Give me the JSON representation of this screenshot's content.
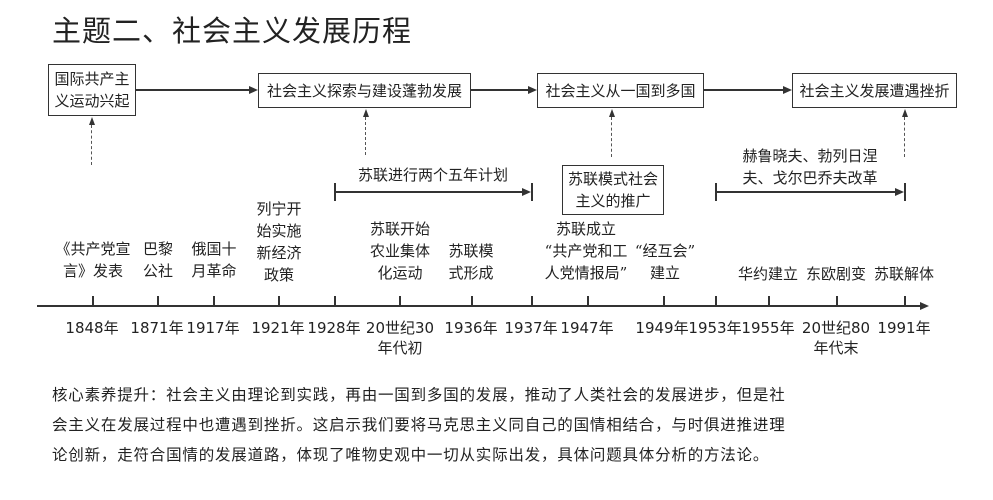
{
  "title": "主题二、社会主义发展历程",
  "stages": [
    {
      "label_lines": [
        "国际共产主",
        "义运动兴起"
      ]
    },
    {
      "label_lines": [
        "社会主义探索与建设蓬勃发展"
      ]
    },
    {
      "label_lines": [
        "社会主义从一国到多国"
      ]
    },
    {
      "label_lines": [
        "社会主义发展遭遇挫折"
      ]
    }
  ],
  "periods": [
    {
      "label": "苏联进行两个五年计划",
      "from": "1928年",
      "to": "1937年"
    },
    {
      "label_lines": [
        "赫鲁晓夫、勃列日涅",
        "夫、戈尔巴乔夫改革"
      ],
      "from": "1953年",
      "to": "1991年"
    }
  ],
  "side_box": {
    "label_lines": [
      "苏联模式社会",
      "主义的推广"
    ]
  },
  "timeline": [
    {
      "year": "1848年",
      "event": "《共产党宣\n言》发表"
    },
    {
      "year": "1871年",
      "event": "巴黎\n公社"
    },
    {
      "year": "1917年",
      "event": "俄国十\n月革命"
    },
    {
      "year": "1921年",
      "event": "列宁开\n始实施\n新经济\n政策"
    },
    {
      "year": "1928年",
      "event": ""
    },
    {
      "year": "20世纪30\n年代初",
      "event": "苏联开始\n农业集体\n化运动"
    },
    {
      "year": "1936年",
      "event": "苏联模\n式形成"
    },
    {
      "year": "1937年",
      "event": ""
    },
    {
      "year": "1947年",
      "event": "苏联成立\n“共产党和工\n人党情报局”"
    },
    {
      "year": "1949年",
      "event": "“经互会”\n建立"
    },
    {
      "year": "1953年",
      "event": ""
    },
    {
      "year": "1955年",
      "event": "华约建立"
    },
    {
      "year": "20世纪80\n年代末",
      "event": "东欧剧变"
    },
    {
      "year": "1991年",
      "event": "苏联解体"
    }
  ],
  "summary": {
    "lines": [
      "核心素养提升：社会主义由理论到实践，再由一国到多国的发展，推动了人类社会的发展进步，但是社",
      "会主义在发展过程中也遭遇到挫折。这启示我们要将马克思主义同自己的国情相结合，与时俱进推进理",
      "论创新，走符合国情的发展道路，体现了唯物史观中一切从实际出发，具体问题具体分析的方法论。"
    ]
  },
  "colors": {
    "line": "#333333",
    "text": "#222222",
    "background": "#ffffff"
  }
}
